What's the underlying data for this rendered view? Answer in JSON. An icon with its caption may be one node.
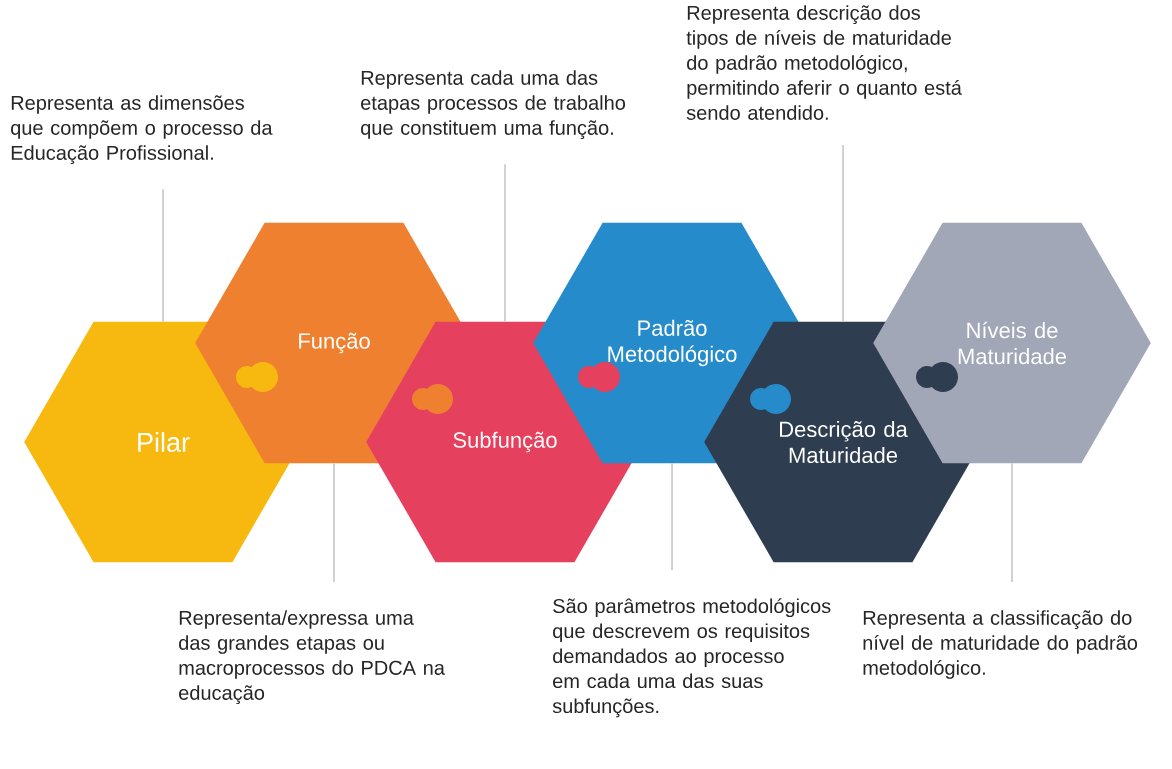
{
  "diagram": {
    "nodes": [
      {
        "text": [
          "Pilar"
        ]
      },
      {
        "text": [
          "Função"
        ]
      },
      {
        "text": [
          "Subfunção"
        ]
      },
      {
        "text": [
          "Padrão Metodológico"
        ]
      },
      {
        "text": [
          "Descrição da Maturidade"
        ]
      },
      {
        "text": [
          "Níveis de Maturidade"
        ]
      },
      {
        "text": [
          "Representa as dimensões que compõem o processo da Educação Profissional."
        ]
      },
      {
        "text": [
          "Representa/expressa uma das grandes etapas ou macroprocessos do PDCA na educação"
        ]
      },
      {
        "text": [
          "Representa cada uma das etapas processos de trabalho que constituem uma função."
        ]
      },
      {
        "text": [
          "São parâmetros metodológicos que descrevem os requisitos demandados ao processo em cada uma das suas subfunções."
        ]
      },
      {
        "text": [
          "Representa descrição dos tipos de níveis de maturidade do padrão metodológico, permitindo aferir o quanto está sendo atendido."
        ]
      },
      {
        "text": [
          "Representa a classificação do nível de maturidade do padrão metodológico."
        ]
      }
    ],
    "edges": [
      {
        "from": 6,
        "to": 0,
        "arrow": "none"
      },
      {
        "from": 7,
        "to": 1,
        "arrow": "none"
      },
      {
        "from": 8,
        "to": 2,
        "arrow": "none"
      },
      {
        "from": 9,
        "to": 3,
        "arrow": "none"
      },
      {
        "from": 10,
        "to": 4,
        "arrow": "none"
      },
      {
        "from": 11,
        "to": 5,
        "arrow": "none"
      }
    ]
  }
}
